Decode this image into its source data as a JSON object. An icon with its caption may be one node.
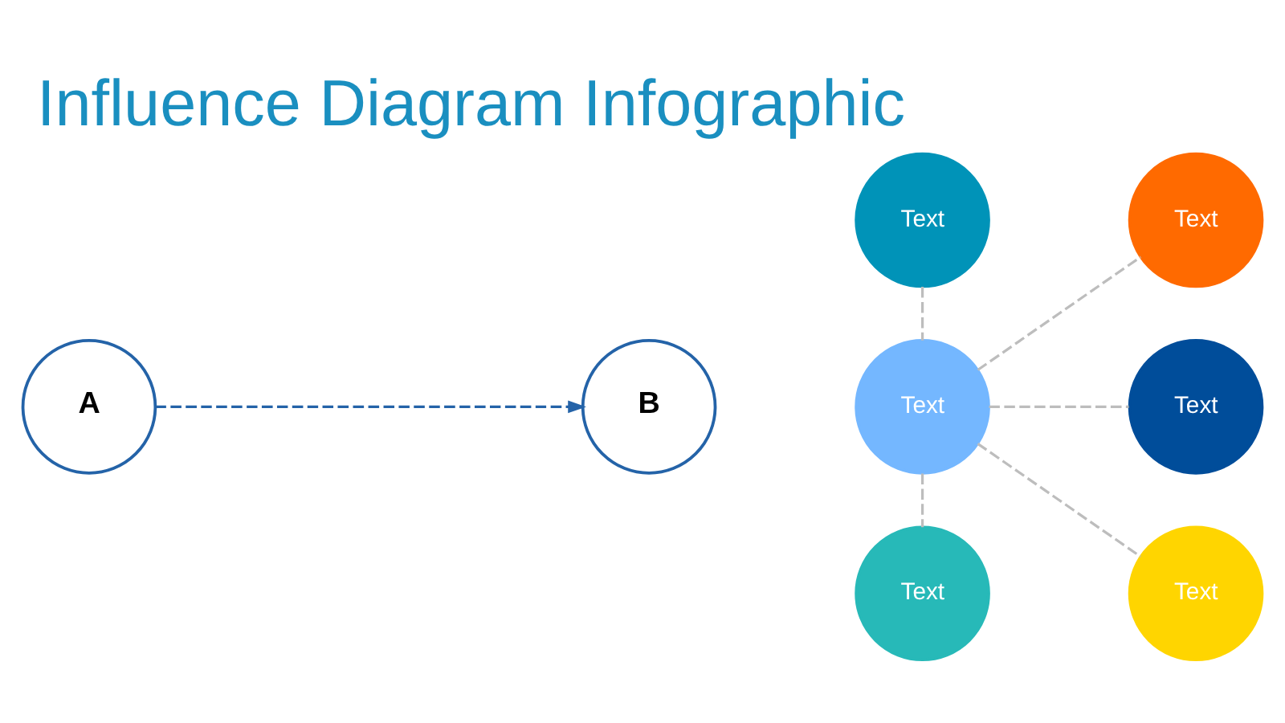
{
  "diagram": {
    "title": "Influence Diagram Infographic",
    "nodes": [
      {
        "text": [
          "A"
        ]
      },
      {
        "text": [
          "B"
        ]
      },
      {
        "text": [
          "Text"
        ]
      },
      {
        "text": [
          "Text"
        ]
      },
      {
        "text": [
          "Text"
        ]
      },
      {
        "text": [
          "Text"
        ]
      },
      {
        "text": [
          "Text"
        ]
      },
      {
        "text": [
          "Text"
        ]
      }
    ],
    "edges": [
      {
        "from": 0,
        "to": 1,
        "arrow": "to",
        "style": "dashed",
        "color": "#2463a8"
      },
      {
        "from": 3,
        "to": 2,
        "arrow": "none",
        "style": "dashed"
      },
      {
        "from": 2,
        "to": 4,
        "arrow": "none",
        "style": "dashed"
      },
      {
        "from": 2,
        "to": 5,
        "arrow": "none",
        "style": "dashed"
      },
      {
        "from": 2,
        "to": 6,
        "arrow": "none",
        "style": "dashed"
      },
      {
        "from": 2,
        "to": 7,
        "arrow": "none",
        "style": "dashed"
      }
    ]
  }
}
